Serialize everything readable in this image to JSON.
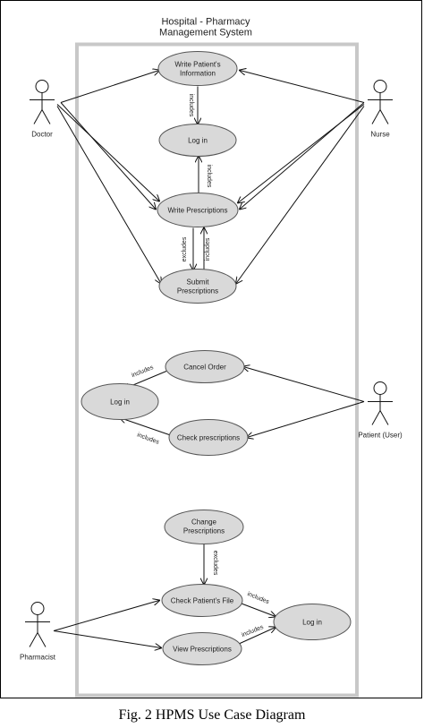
{
  "system": {
    "title_line1": "Hospital - Pharmacy",
    "title_line2": "Management System"
  },
  "actors": {
    "doctor": "Doctor",
    "nurse": "Nurse",
    "patient": "Patient (User)",
    "pharmacist": "Pharmacist"
  },
  "use_cases": {
    "write_patients_info_line1": "Write Patient's",
    "write_patients_info_line2": "Information",
    "login_top": "Log in",
    "write_prescriptions": "Write Prescriptions",
    "submit_prescriptions_line1": "Submit",
    "submit_prescriptions_line2": "Prescriptions",
    "cancel_order": "Cancel Order",
    "login_mid": "Log in",
    "check_prescriptions": "Check prescriptions",
    "change_prescriptions_line1": "Change",
    "change_prescriptions_line2": "Prescriptions",
    "check_patients_file": "Check Patient's File",
    "view_prescriptions": "View Prescriptions",
    "login_bottom": "Log in"
  },
  "relation_labels": {
    "includes": "includes",
    "excludes": "excludes"
  },
  "caption": "Fig. 2 HPMS Use Case Diagram",
  "colors": {
    "use_case_fill": "#d9d9d9",
    "boundary": "#c8c8c8",
    "line": "#111111"
  }
}
